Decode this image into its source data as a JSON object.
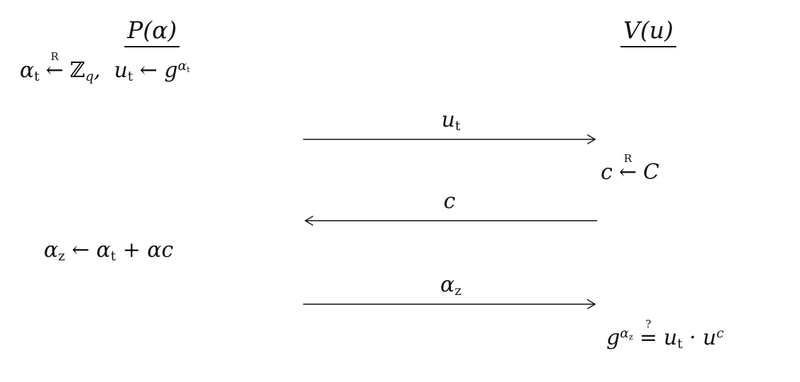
{
  "colors": {
    "ink": "#111111",
    "background": "#ffffff"
  },
  "diagram": {
    "prover": {
      "title": "P(α)",
      "commit": [
        {
          "t": "α"
        },
        {
          "k": "sub",
          "t": "t",
          "c": "up"
        },
        {
          "k": "over",
          "t": "←",
          "o": "R"
        },
        {
          "t": "ℤ",
          "c": "bb"
        },
        {
          "k": "sub",
          "t": "q"
        },
        {
          "t": ",  "
        },
        {
          "t": "u"
        },
        {
          "k": "sub",
          "t": "t",
          "c": "up"
        },
        {
          "t": " ← "
        },
        {
          "t": "g"
        },
        {
          "k": "sup",
          "tokens": [
            {
              "t": "α"
            },
            {
              "k": "sub",
              "t": "t",
              "c": "up"
            }
          ]
        }
      ],
      "response": [
        {
          "t": "α"
        },
        {
          "k": "sub",
          "t": "z",
          "c": "up"
        },
        {
          "t": " ← "
        },
        {
          "t": "α"
        },
        {
          "k": "sub",
          "t": "t",
          "c": "up"
        },
        {
          "t": " + "
        },
        {
          "t": "αc"
        }
      ]
    },
    "verifier": {
      "title": "V(u)",
      "challenge": [
        {
          "t": "c"
        },
        {
          "k": "over",
          "t": "←",
          "o": "R"
        },
        {
          "t": "C",
          "c": "cal"
        }
      ],
      "check": [
        {
          "t": "g"
        },
        {
          "k": "sup",
          "tokens": [
            {
              "t": "α"
            },
            {
              "k": "sub",
              "t": "z",
              "c": "up"
            }
          ]
        },
        {
          "k": "over",
          "t": "=",
          "o": "?"
        },
        {
          "t": "u"
        },
        {
          "k": "sub",
          "t": "t",
          "c": "up"
        },
        {
          "t": " · "
        },
        {
          "t": "u"
        },
        {
          "k": "sup",
          "t": "c"
        }
      ]
    },
    "messages": [
      {
        "direction": "right",
        "label": [
          {
            "t": "u"
          },
          {
            "k": "sub",
            "t": "t",
            "c": "up"
          }
        ]
      },
      {
        "direction": "left",
        "label": [
          {
            "t": "c"
          }
        ]
      },
      {
        "direction": "right",
        "label": [
          {
            "t": "α"
          },
          {
            "k": "sub",
            "t": "z",
            "c": "up"
          }
        ]
      }
    ]
  }
}
